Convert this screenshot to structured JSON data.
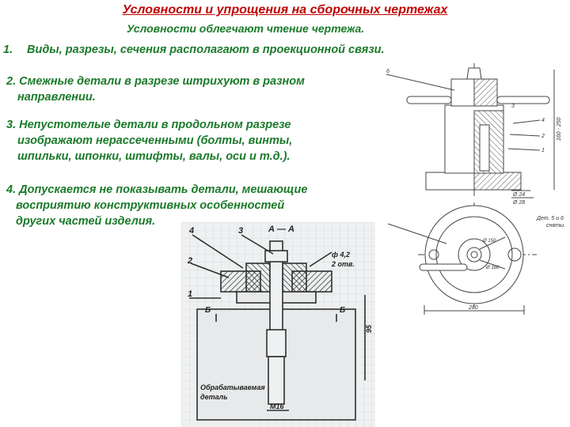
{
  "title": "Условности и упрощения на сборочных чертежах",
  "subtitle": "Условности облегчают чтение чертежа.",
  "items": [
    {
      "num": "1.",
      "lines": [
        "Виды, разрезы, сечения располагают в проекционной связи."
      ]
    },
    {
      "num": "2.",
      "lines": [
        "Смежные детали в разрезе штрихуют в разном",
        "направлении."
      ]
    },
    {
      "num": "3.",
      "lines": [
        "Непустотелые детали в продольном разрезе",
        "изображают нерассеченными (болты, винты,",
        "шпильки, шпонки, штифты, валы, оси и т.д.)."
      ]
    },
    {
      "num": "4.",
      "lines": [
        "Допускается не показывать детали, мешающие",
        "восприятию конструктивных особенностей",
        "других частей изделия."
      ]
    }
  ],
  "top_drawing": {
    "labels": [
      "6",
      "4",
      "2",
      "1",
      "3",
      "Ø 24",
      "Ø 28"
    ],
    "dim_vertical": "160 - 250",
    "dim_horizontal": "280",
    "note": [
      "Дет. 5 и 6",
      "сняты."
    ],
    "circle_labels": [
      "Ø 150",
      "Ø 180"
    ]
  },
  "bottom_drawing": {
    "section_label": "А — А",
    "labels": [
      "4",
      "3",
      "2",
      "1"
    ],
    "hole_note": [
      "ф 4,2",
      "2 отв."
    ],
    "b_marks": [
      "Б",
      "Б"
    ],
    "dim_95": "95",
    "thread": "М16",
    "part_note": [
      "Обрабатываемая",
      "деталь"
    ]
  },
  "colors": {
    "title": "#c00000",
    "text": "#1b7a2a",
    "ink": "#333333",
    "paper": "#eef0f1"
  }
}
